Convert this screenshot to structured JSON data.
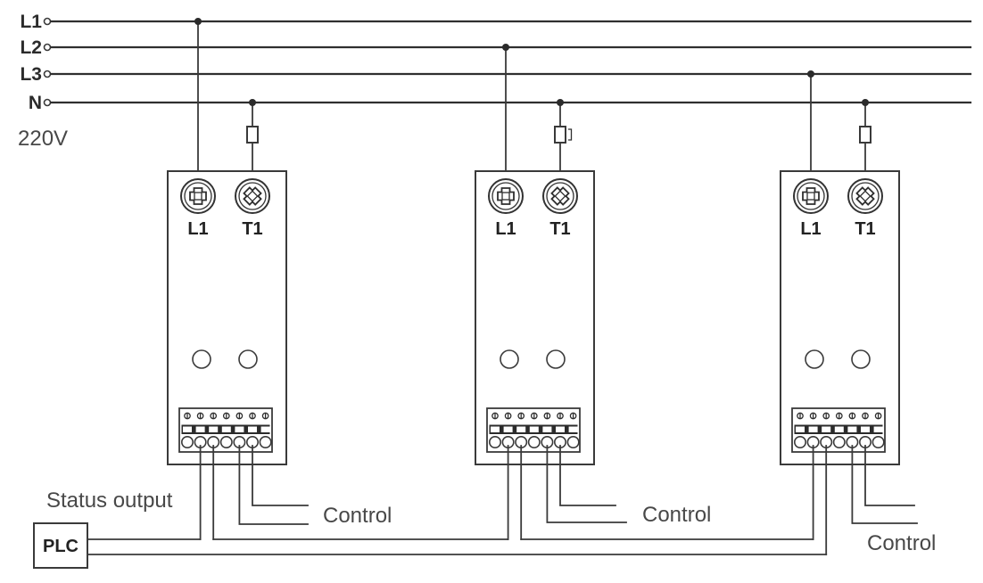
{
  "diagram": {
    "voltage_label": "220V",
    "bus_lines": [
      {
        "label": "L1"
      },
      {
        "label": "L2"
      },
      {
        "label": "L3"
      },
      {
        "label": "N"
      }
    ],
    "devices": [
      {
        "terminal_left": "L1",
        "terminal_right": "T1",
        "control_label": "Control"
      },
      {
        "terminal_left": "L1",
        "terminal_right": "T1",
        "control_label": "Control"
      },
      {
        "terminal_left": "L1",
        "terminal_right": "T1",
        "control_label": "Control"
      }
    ],
    "plc": {
      "label": "PLC"
    },
    "status_output_label": "Status output",
    "colors": {
      "line": "#3a3a3a",
      "caption": "#484848",
      "background": "#ffffff",
      "terminal_band": "#2b2b2b"
    },
    "icons": {
      "left_terminal": "square-cross-screw-icon",
      "right_terminal": "diamond-cross-screw-icon",
      "fuse": "inline-fuse-icon",
      "junction": "connection-dot"
    }
  }
}
